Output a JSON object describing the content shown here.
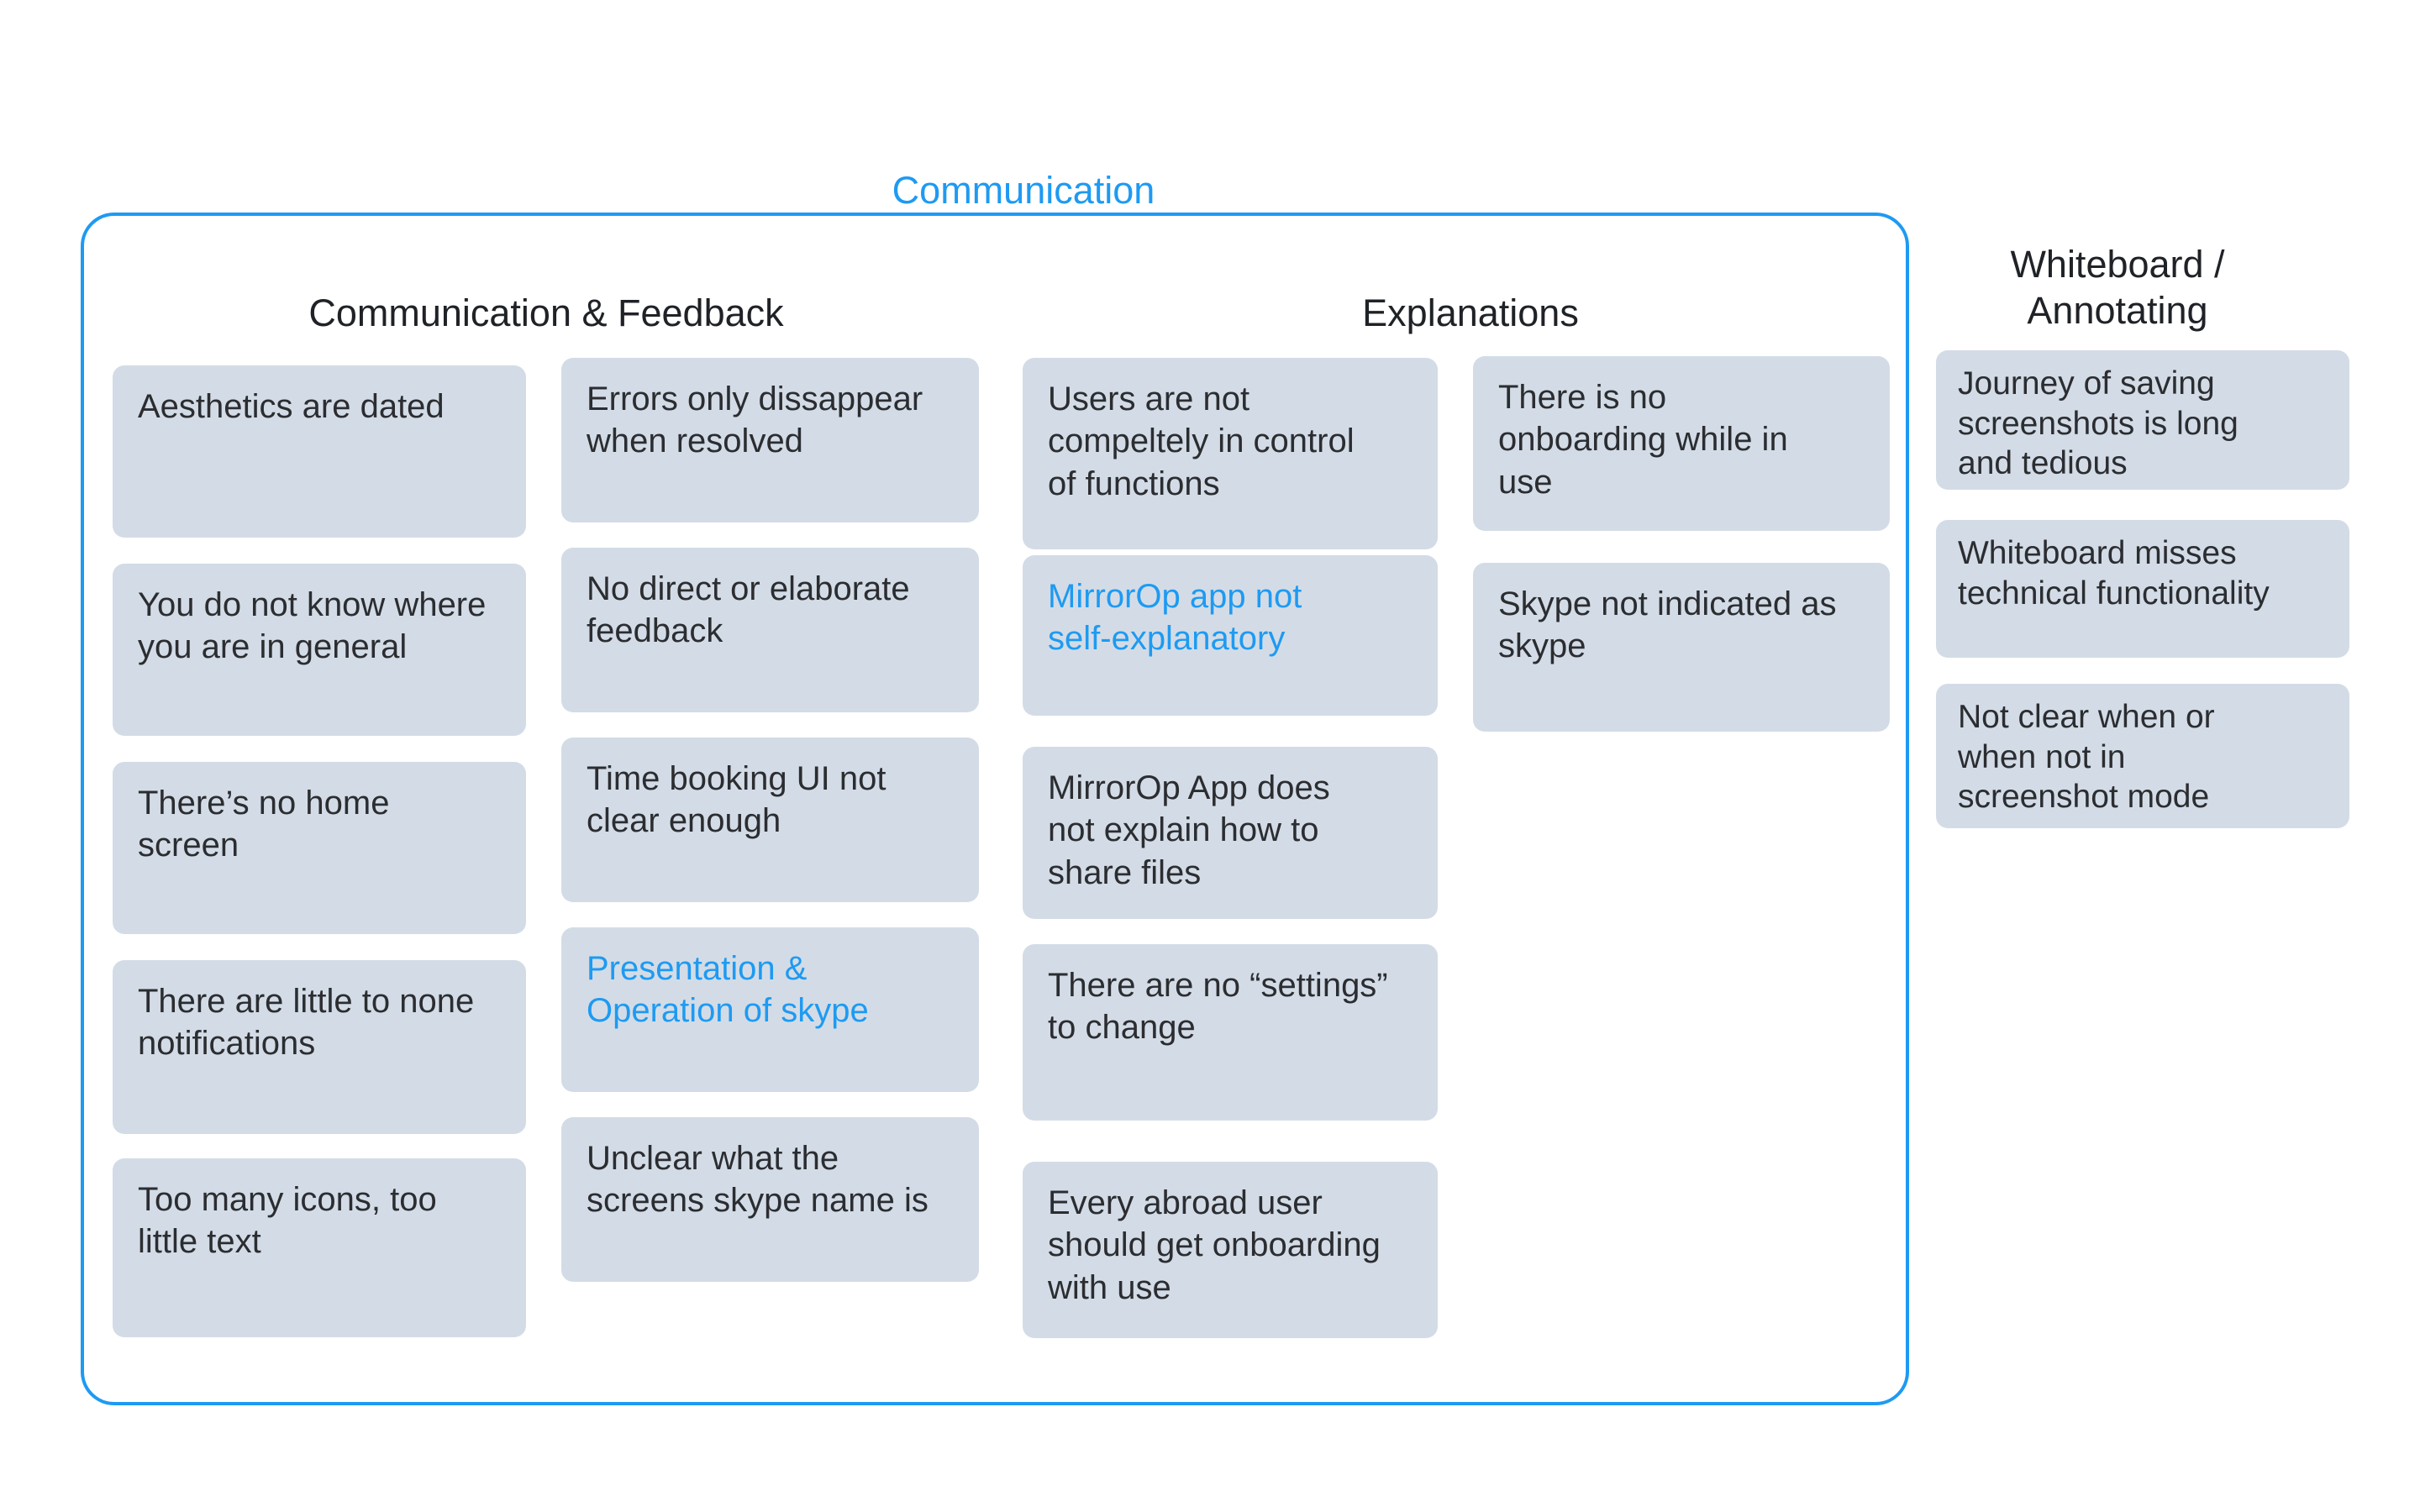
{
  "colors": {
    "accent_blue": "#1E9AF2",
    "note_bg": "#D3DCE6",
    "note_text": "#2B2D31",
    "heading_text": "#1F2226"
  },
  "board": {
    "section_label": "Communication",
    "headings": {
      "communication_feedback": "Communication & Feedback",
      "explanations": "Explanations",
      "whiteboard_annotating": "Whiteboard /\nAnnotating"
    }
  },
  "columns": [
    {
      "group": "Communication & Feedback",
      "notes": [
        {
          "text": "Aesthetics are dated",
          "highlight": false
        },
        {
          "text": "You do not know where\nyou are in general",
          "highlight": false
        },
        {
          "text": "There’s no home\nscreen",
          "highlight": false
        },
        {
          "text": "There are little to none\nnotifications",
          "highlight": false
        },
        {
          "text": "Too many icons, too\nlittle text",
          "highlight": false
        }
      ]
    },
    {
      "group": "Communication & Feedback",
      "notes": [
        {
          "text": "Errors only dissappear\nwhen resolved",
          "highlight": false
        },
        {
          "text": "No direct or elaborate\nfeedback",
          "highlight": false
        },
        {
          "text": "Time booking UI not\nclear enough",
          "highlight": false
        },
        {
          "text": "Presentation &\nOperation of skype",
          "highlight": true
        },
        {
          "text": "Unclear what the\nscreens skype name is",
          "highlight": false
        }
      ]
    },
    {
      "group": "Explanations",
      "notes": [
        {
          "text": "Users are not\ncompeltely in control\nof functions",
          "highlight": false
        },
        {
          "text": "MirrorOp app not\nself-explanatory",
          "highlight": true
        },
        {
          "text": "MirrorOp App does\nnot explain how to\nshare files",
          "highlight": false
        },
        {
          "text": "There are no “settings”\nto change",
          "highlight": false
        },
        {
          "text": "Every abroad user\nshould get onboarding\nwith use",
          "highlight": false
        }
      ]
    },
    {
      "group": "Explanations",
      "notes": [
        {
          "text": "There is no\nonboarding while in\nuse",
          "highlight": false
        },
        {
          "text": "Skype not indicated as\nskype",
          "highlight": false
        }
      ]
    },
    {
      "group": "Whiteboard / Annotating",
      "notes": [
        {
          "text": "Journey of saving\nscreenshots is long\nand tedious",
          "highlight": false
        },
        {
          "text": "Whiteboard misses\ntechnical functionality",
          "highlight": false
        },
        {
          "text": "Not clear when or\nwhen not in\nscreenshot mode",
          "highlight": false
        }
      ]
    }
  ]
}
